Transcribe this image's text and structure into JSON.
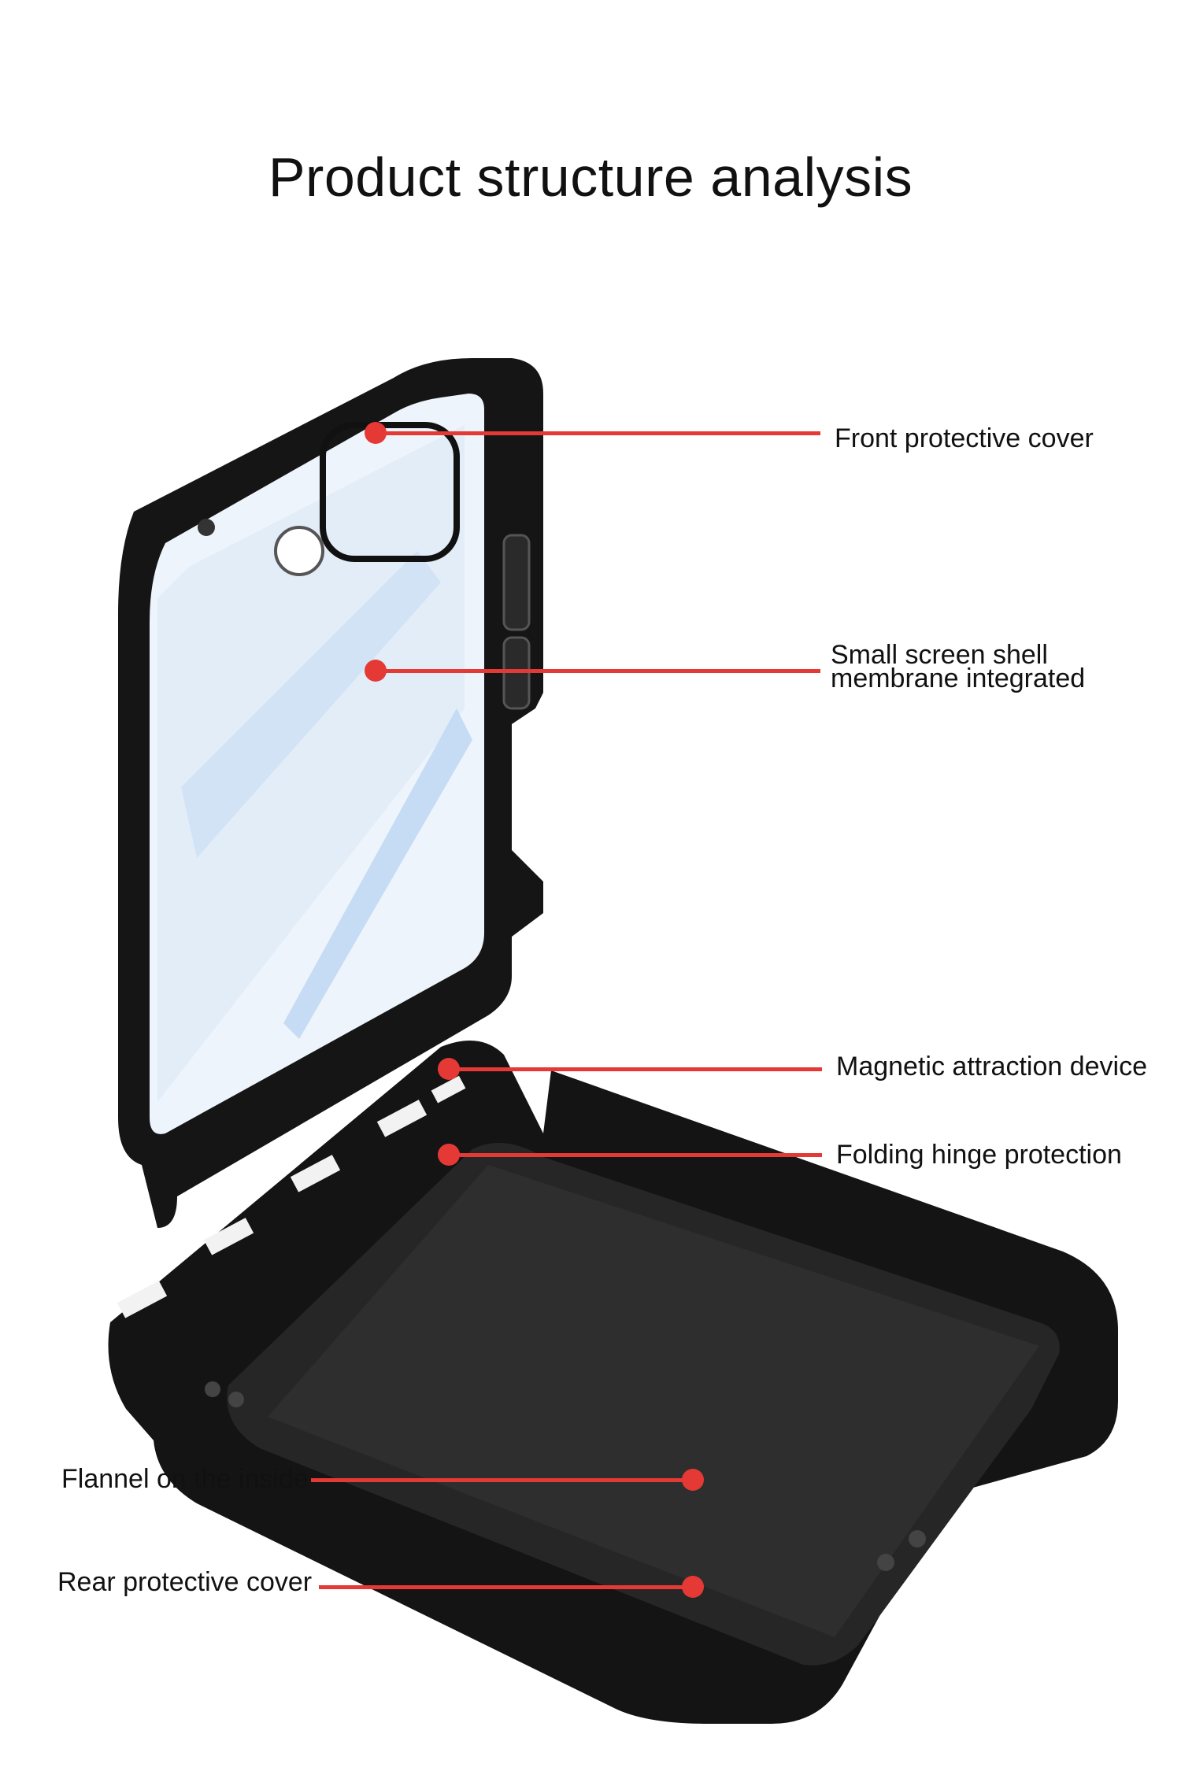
{
  "title": "Product structure analysis",
  "callouts": [
    {
      "id": "front",
      "label": "Front protective cover",
      "lines": [
        "Front protective cover"
      ]
    },
    {
      "id": "small-screen",
      "label": "Small screen shell membrane integrated",
      "lines": [
        "Small screen shell",
        "membrane integrated"
      ]
    },
    {
      "id": "magnetic",
      "label": "Magnetic attraction device",
      "lines": [
        "Magnetic attraction device"
      ]
    },
    {
      "id": "hinge",
      "label": "Folding hinge protection",
      "lines": [
        "Folding hinge protection"
      ]
    },
    {
      "id": "flannel",
      "label": "Flannel on the inside",
      "lines": [
        "Flannel on the inside"
      ]
    },
    {
      "id": "rear",
      "label": "Rear protective cover",
      "lines": [
        "Rear protective cover"
      ]
    }
  ],
  "colors": {
    "accent": "#e53935",
    "case": "#1a1a1a",
    "glass": "#dbe9f8"
  }
}
